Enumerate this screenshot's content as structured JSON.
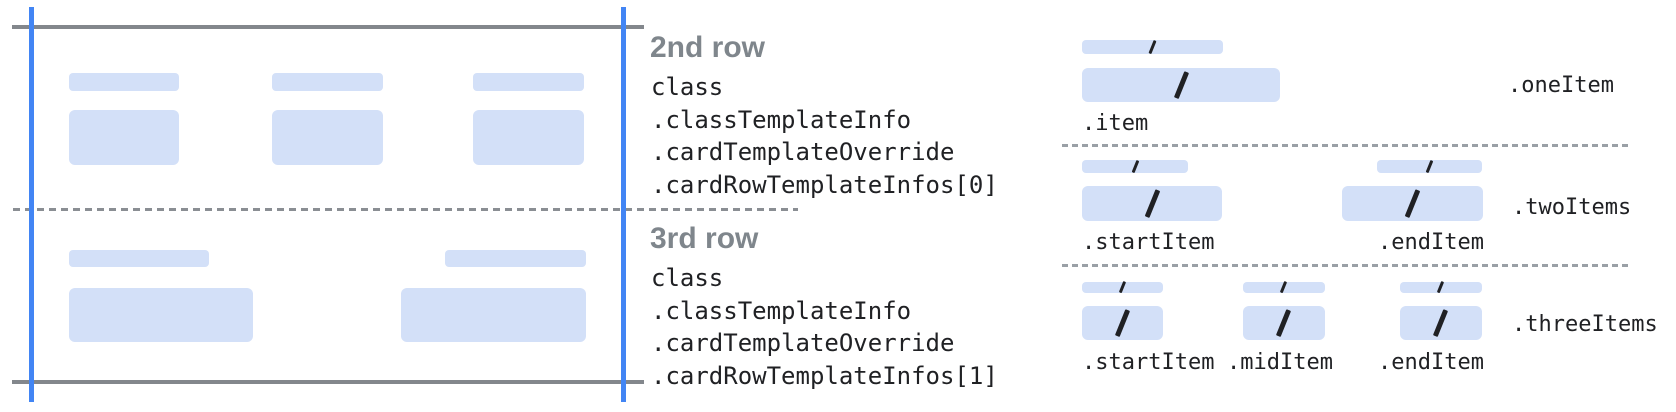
{
  "colors": {
    "guide_blue": "#4285f4",
    "guide_gray": "#83878c",
    "dash_gray": "#9aa0a6",
    "placeholder_fill": "#d3e0f8",
    "heading_gray": "#7f868c",
    "code_text": "#202124"
  },
  "icons": {
    "slash": "/"
  },
  "annotations": [
    {
      "heading": "2nd row",
      "lines": [
        "class",
        ".classTemplateInfo",
        ".cardTemplateOverride",
        ".cardRowTemplateInfos[0]"
      ]
    },
    {
      "heading": "3rd row",
      "lines": [
        "class",
        ".classTemplateInfo",
        ".cardTemplateOverride",
        ".cardRowTemplateInfos[1]"
      ]
    }
  ],
  "right_panel": {
    "sections": [
      {
        "label": ".oneItem",
        "item_labels": [
          ".item"
        ]
      },
      {
        "label": ".twoItems",
        "item_labels": [
          ".startItem",
          ".endItem"
        ]
      },
      {
        "label": ".threeItems",
        "item_labels": [
          ".startItem",
          ".midItem",
          ".endItem"
        ]
      }
    ]
  }
}
